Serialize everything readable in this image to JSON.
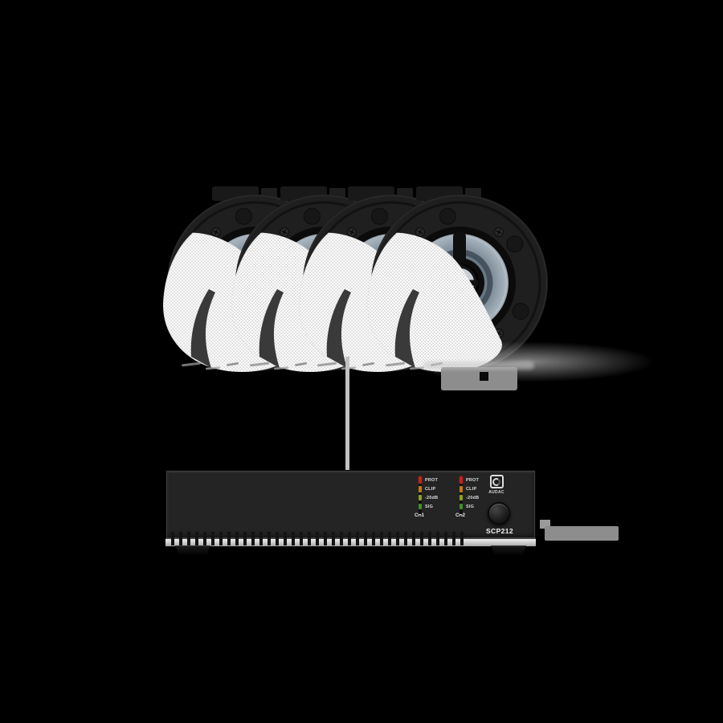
{
  "background_color": "#000000",
  "bundle": {
    "speakers": {
      "count": 4,
      "type": "ceiling-speaker",
      "grille_color": "#fbfbfb"
    },
    "amplifier": {
      "brand_label": "AUDAC",
      "model_label": "SCP212",
      "meters": [
        {
          "channel": "CH1",
          "led_labels": [
            "PROT",
            "CLIP",
            "-20dB",
            "SIG"
          ]
        },
        {
          "channel": "CH2",
          "led_labels": [
            "PROT",
            "CLIP",
            "-20dB",
            "SIG"
          ]
        }
      ],
      "led_colors": [
        "#c0251c",
        "#c07a16",
        "#8da020",
        "#3f8d28"
      ]
    }
  },
  "colors": {
    "background": "#000000",
    "speaker_cone": "#8b97a2",
    "amp_body": "#242424",
    "amp_trim_strip": "#c9c9c9",
    "connector_line": "#c2c2c2",
    "shadow_gray": "#8d8d8d"
  }
}
